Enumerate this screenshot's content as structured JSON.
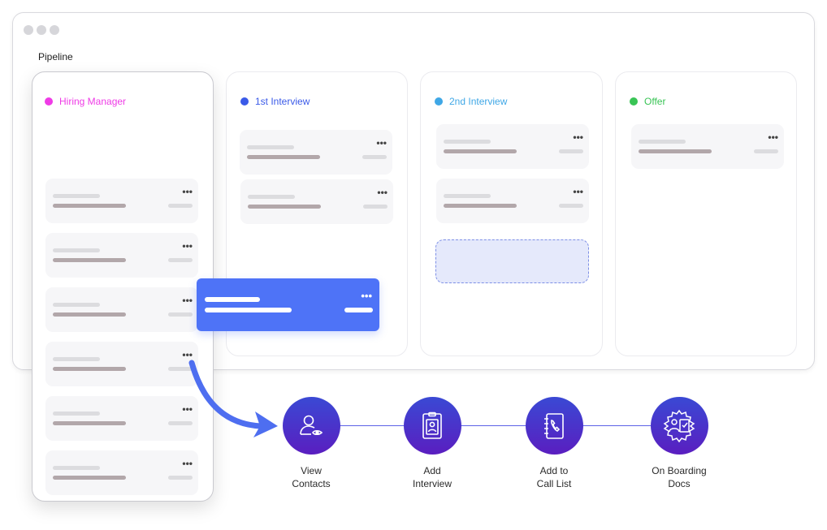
{
  "page_title": "Pipeline",
  "columns": [
    {
      "label": "Hiring Manager",
      "color": "#ef3be6"
    },
    {
      "label": "1st Interview",
      "color": "#3a5ae8"
    },
    {
      "label": "2nd Interview",
      "color": "#3fa7e6"
    },
    {
      "label": "Offer",
      "color": "#39c455"
    }
  ],
  "card_menu_glyph": "•••",
  "actions": [
    {
      "label_line1": "View",
      "label_line2": "Contacts",
      "icon": "user-view-icon"
    },
    {
      "label_line1": "Add",
      "label_line2": "Interview",
      "icon": "id-badge-icon"
    },
    {
      "label_line1": "Add to",
      "label_line2": "Call List",
      "icon": "phone-book-icon"
    },
    {
      "label_line1": "On Boarding",
      "label_line2": "Docs",
      "icon": "onboarding-docs-icon"
    }
  ],
  "colors": {
    "dragged_card": "#4e73f7",
    "step_gradient_top": "#3a49d4",
    "step_gradient_bottom": "#5a1ec0"
  }
}
